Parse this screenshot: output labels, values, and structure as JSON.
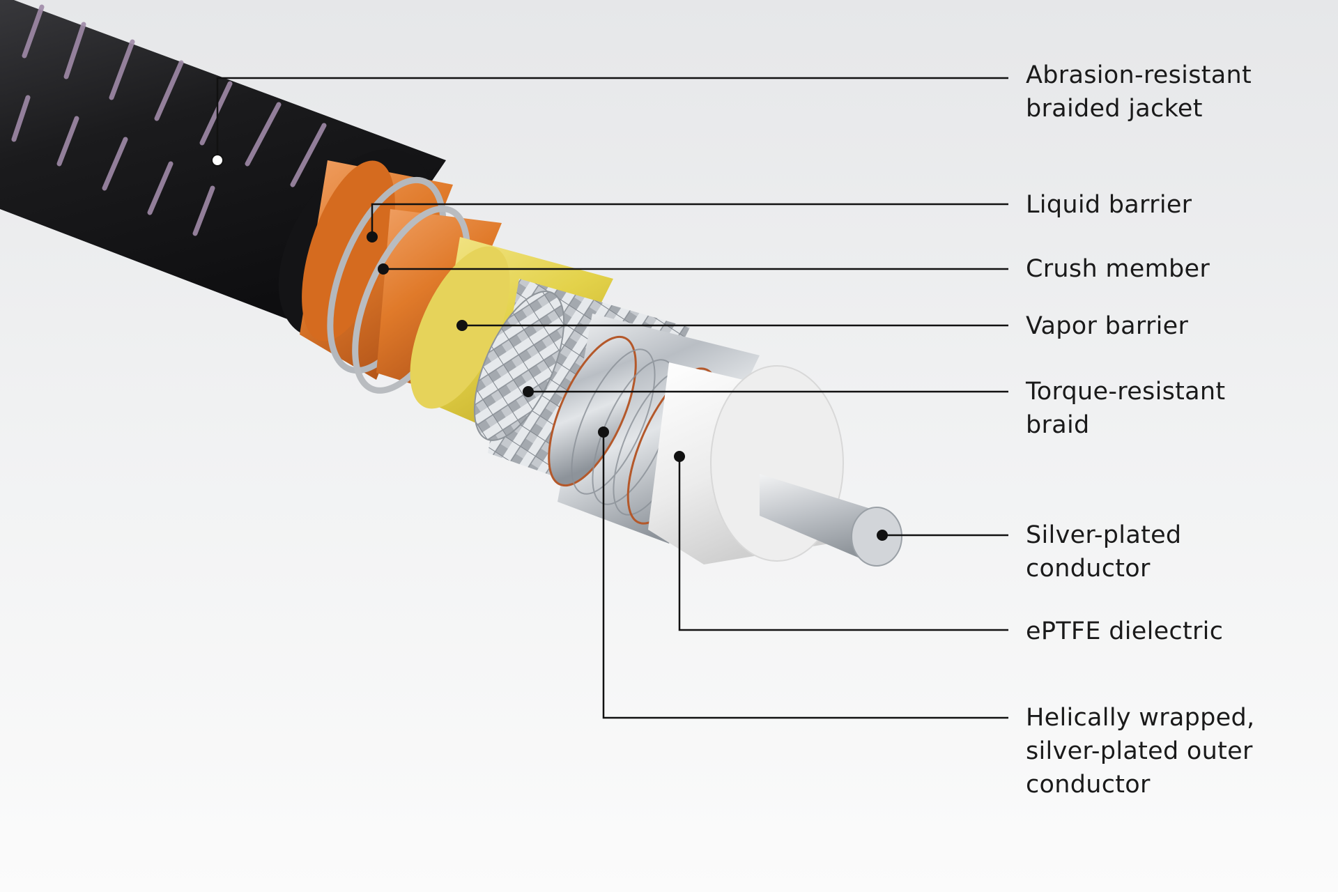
{
  "colors": {
    "jacket": "#1d1d1f",
    "jacket_stripe": "#a08aa8",
    "liquid_barrier": "#e07a2a",
    "crush_member": "#b9bcc0",
    "vapor_barrier": "#e3d24a",
    "braid": "#c8ccd0",
    "outer_conductor": "#d5d9dd",
    "copper_edge": "#b4582a",
    "dielectric": "#eeeeee",
    "conductor": "#cfd2d6",
    "callout": "#111111"
  },
  "labels": [
    {
      "id": "jacket",
      "lines": [
        "Abrasion-resistant",
        "braided jacket"
      ]
    },
    {
      "id": "liquid",
      "lines": [
        "Liquid barrier"
      ]
    },
    {
      "id": "crush",
      "lines": [
        "Crush member"
      ]
    },
    {
      "id": "vapor",
      "lines": [
        "Vapor barrier"
      ]
    },
    {
      "id": "braid",
      "lines": [
        "Torque-resistant",
        "braid"
      ]
    },
    {
      "id": "conductor",
      "lines": [
        "Silver-plated",
        "conductor"
      ]
    },
    {
      "id": "dielectric",
      "lines": [
        "ePTFE dielectric"
      ]
    },
    {
      "id": "outer",
      "lines": [
        "Helically wrapped,",
        "silver-plated outer",
        "conductor"
      ]
    }
  ]
}
